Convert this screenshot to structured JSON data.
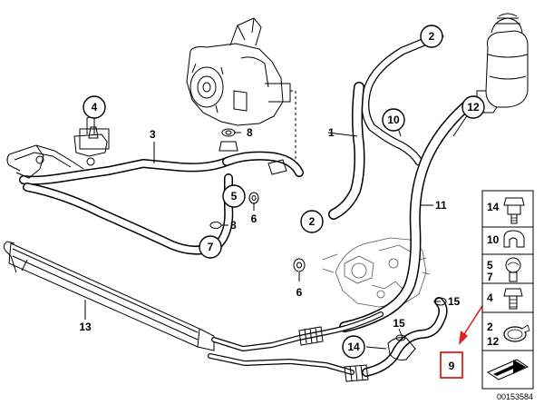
{
  "callouts": [
    {
      "label": "1"
    },
    {
      "label": "2"
    },
    {
      "label": "2"
    },
    {
      "label": "3"
    },
    {
      "label": "4"
    },
    {
      "label": "5"
    },
    {
      "label": "6"
    },
    {
      "label": "6"
    },
    {
      "label": "7"
    },
    {
      "label": "8"
    },
    {
      "label": "8"
    },
    {
      "label": "10"
    },
    {
      "label": "11"
    },
    {
      "label": "12"
    },
    {
      "label": "13"
    },
    {
      "label": "14"
    },
    {
      "label": "15"
    },
    {
      "label": "15"
    }
  ],
  "highlighted_part": {
    "label": "9",
    "color": "#e0201b"
  },
  "legend": {
    "items": [
      {
        "label": "14",
        "icon": "banjo-bolt-icon"
      },
      {
        "label": "10",
        "icon": "hose-clip-icon"
      },
      {
        "label": "5\n7",
        "icon": "banjo-bolt-washer-icon"
      },
      {
        "label": "4",
        "icon": "hex-bolt-icon"
      },
      {
        "label": "2\n12",
        "icon": "hose-clamp-icon"
      },
      {
        "label": "",
        "icon": "arrow-pointer-icon"
      }
    ]
  },
  "reference_number": "00153584"
}
